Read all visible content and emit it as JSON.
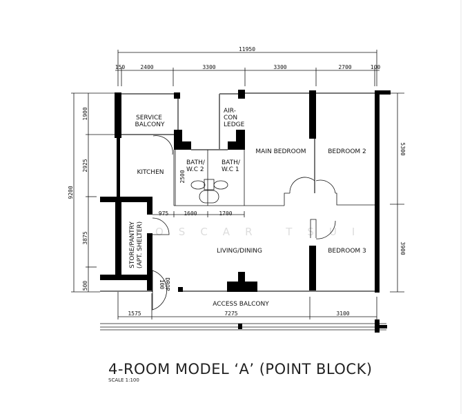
{
  "title": "4-ROOM MODEL ‘A’ (POINT BLOCK)",
  "scale": "SCALE   1:100",
  "watermark": "OSCAR TSUI",
  "rooms": {
    "service_balcony": [
      "SERVICE",
      "BALCONY"
    ],
    "aircon_ledge": [
      "AIR-",
      "CON",
      "LEDGE"
    ],
    "kitchen": "KITCHEN",
    "bath2": [
      "BATH/",
      "W.C 2"
    ],
    "bath1": [
      "BATH/",
      "W.C 1"
    ],
    "main_bedroom": "MAIN BEDROOM",
    "bedroom2": "BEDROOM 2",
    "bedroom3": "BEDROOM 3",
    "living_dining": "LIVING/DINING",
    "store": [
      "STORE/PANTRY",
      "(APT. SHELTER)"
    ],
    "access_balcony": "ACCESS BALCONY",
    "door_label": [
      "100",
      "DROP"
    ]
  },
  "dimensions": {
    "overall_width": "11950",
    "top": [
      "150",
      "2400",
      "3300",
      "3300",
      "2700",
      "100"
    ],
    "left_overall": "9200",
    "left": [
      "1900",
      "2925",
      "3875",
      "500"
    ],
    "right": [
      "5300",
      "3900"
    ],
    "bath_width": [
      "975",
      "1600",
      "1700"
    ],
    "bath_depth": "2500",
    "bottom": [
      "1575",
      "7275",
      "3100"
    ]
  }
}
